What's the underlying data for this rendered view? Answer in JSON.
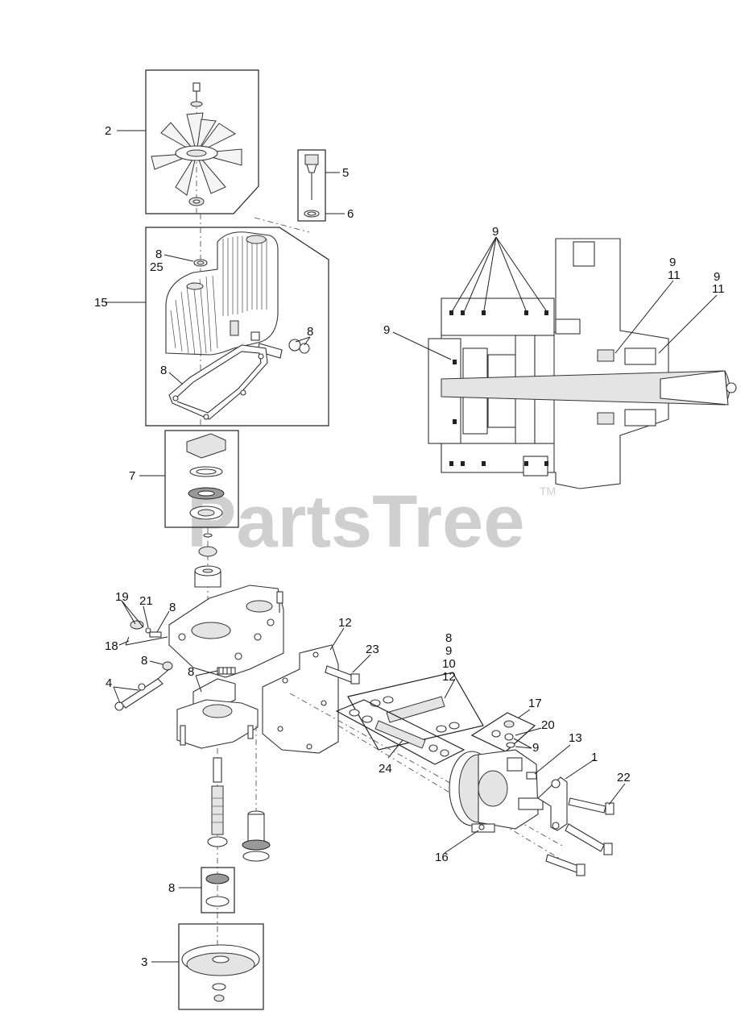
{
  "watermark": {
    "brand": "PartsTree",
    "trademark": "TM"
  },
  "callouts": {
    "fan": "2",
    "dipstick": "5",
    "dipstick_oring": "6",
    "housing_cap": "15",
    "fan_nut_top": "8",
    "fan_nut_bottom": "25",
    "cap_seals": "8",
    "cap_gasket": "8",
    "bearing_kit": "7",
    "section_top_seals": "9",
    "section_left_seal": "9",
    "section_mid_9": "9",
    "section_mid_11": "11",
    "section_right_9": "9",
    "section_right_11": "11",
    "bypass_group": "19",
    "bypass_pin": "21",
    "bypass_seal": "8",
    "bypass_rod": "18",
    "lever_seal": "8",
    "plate_seals": "8",
    "lever": "4",
    "center_section": "12",
    "bolt_23": "23",
    "kit_8": "8",
    "kit_9": "9",
    "kit_10": "10",
    "kit_12": "12",
    "kit_24": "24",
    "valve_17": "17",
    "valve_20": "20",
    "valve_9": "9",
    "arm_13": "13",
    "arm_1": "1",
    "bolt_22": "22",
    "motor_16": "16",
    "shaft_seal_8": "8",
    "pulley_3": "3"
  }
}
